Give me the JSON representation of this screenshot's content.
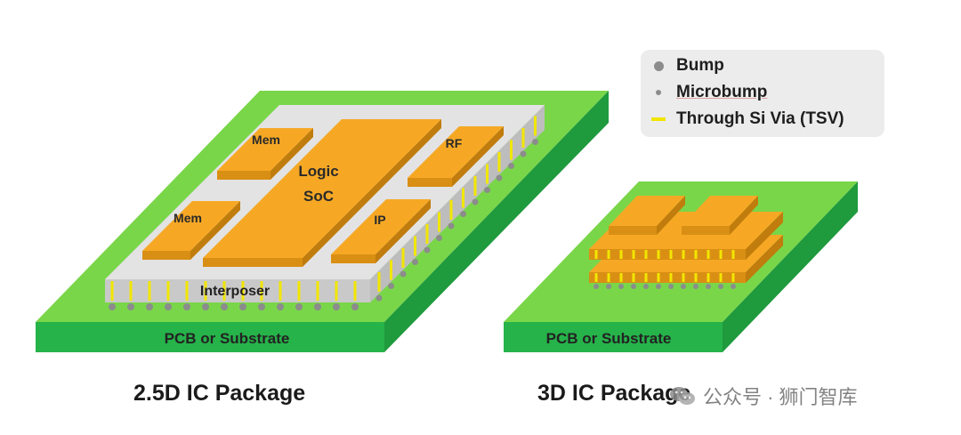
{
  "legend": {
    "bump": "Bump",
    "microbump": "Microbump",
    "tsv": "Through Si Via (TSV)"
  },
  "package_25d": {
    "substrate": "PCB or Substrate",
    "interposer": "Interposer",
    "mem_top": "Mem",
    "mem_bottom": "Mem",
    "logic_line1": "Logic",
    "logic_line2": "SoC",
    "rf": "RF",
    "ip": "IP",
    "caption": "2.5D IC Package"
  },
  "package_3d": {
    "substrate": "PCB or Substrate",
    "caption": "3D IC Package"
  },
  "watermark": "公众号 · 狮门智库",
  "colors": {
    "green_top": "#79d649",
    "green_front": "#26b34a",
    "chip_top": "#f6a825",
    "chip_side": "#c8860f",
    "interposer": "#d6d6d6",
    "tsv": "#f2e600",
    "bump": "#8c8c8c"
  }
}
